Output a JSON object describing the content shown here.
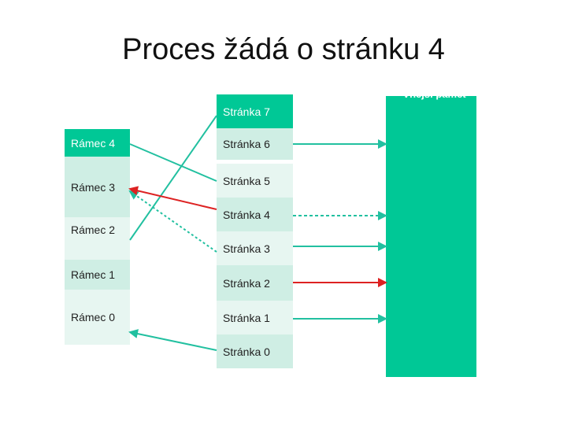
{
  "title": "Proces žádá o stránku 4",
  "external_memory": {
    "label": "Vnější paměť"
  },
  "frames": [
    {
      "label": "Rámec 4"
    },
    {
      "label": "Rámec 3"
    },
    {
      "label": "Rámec 2"
    },
    {
      "label": "Rámec 1"
    },
    {
      "label": "Rámec 0"
    }
  ],
  "pages": [
    {
      "label": "Stránka 7"
    },
    {
      "label": "Stránka 6"
    },
    {
      "label": "Stránka 5"
    },
    {
      "label": "Stránka 4"
    },
    {
      "label": "Stránka 3"
    },
    {
      "label": "Stránka 2"
    },
    {
      "label": "Stránka 1"
    },
    {
      "label": "Stránka 0"
    }
  ],
  "colors": {
    "teal": "#00c896",
    "mapping_line": "#22c0a0",
    "request_line": "#dd2222",
    "cell_light": "#cfeee4",
    "cell_lighter": "#e7f6f1"
  }
}
